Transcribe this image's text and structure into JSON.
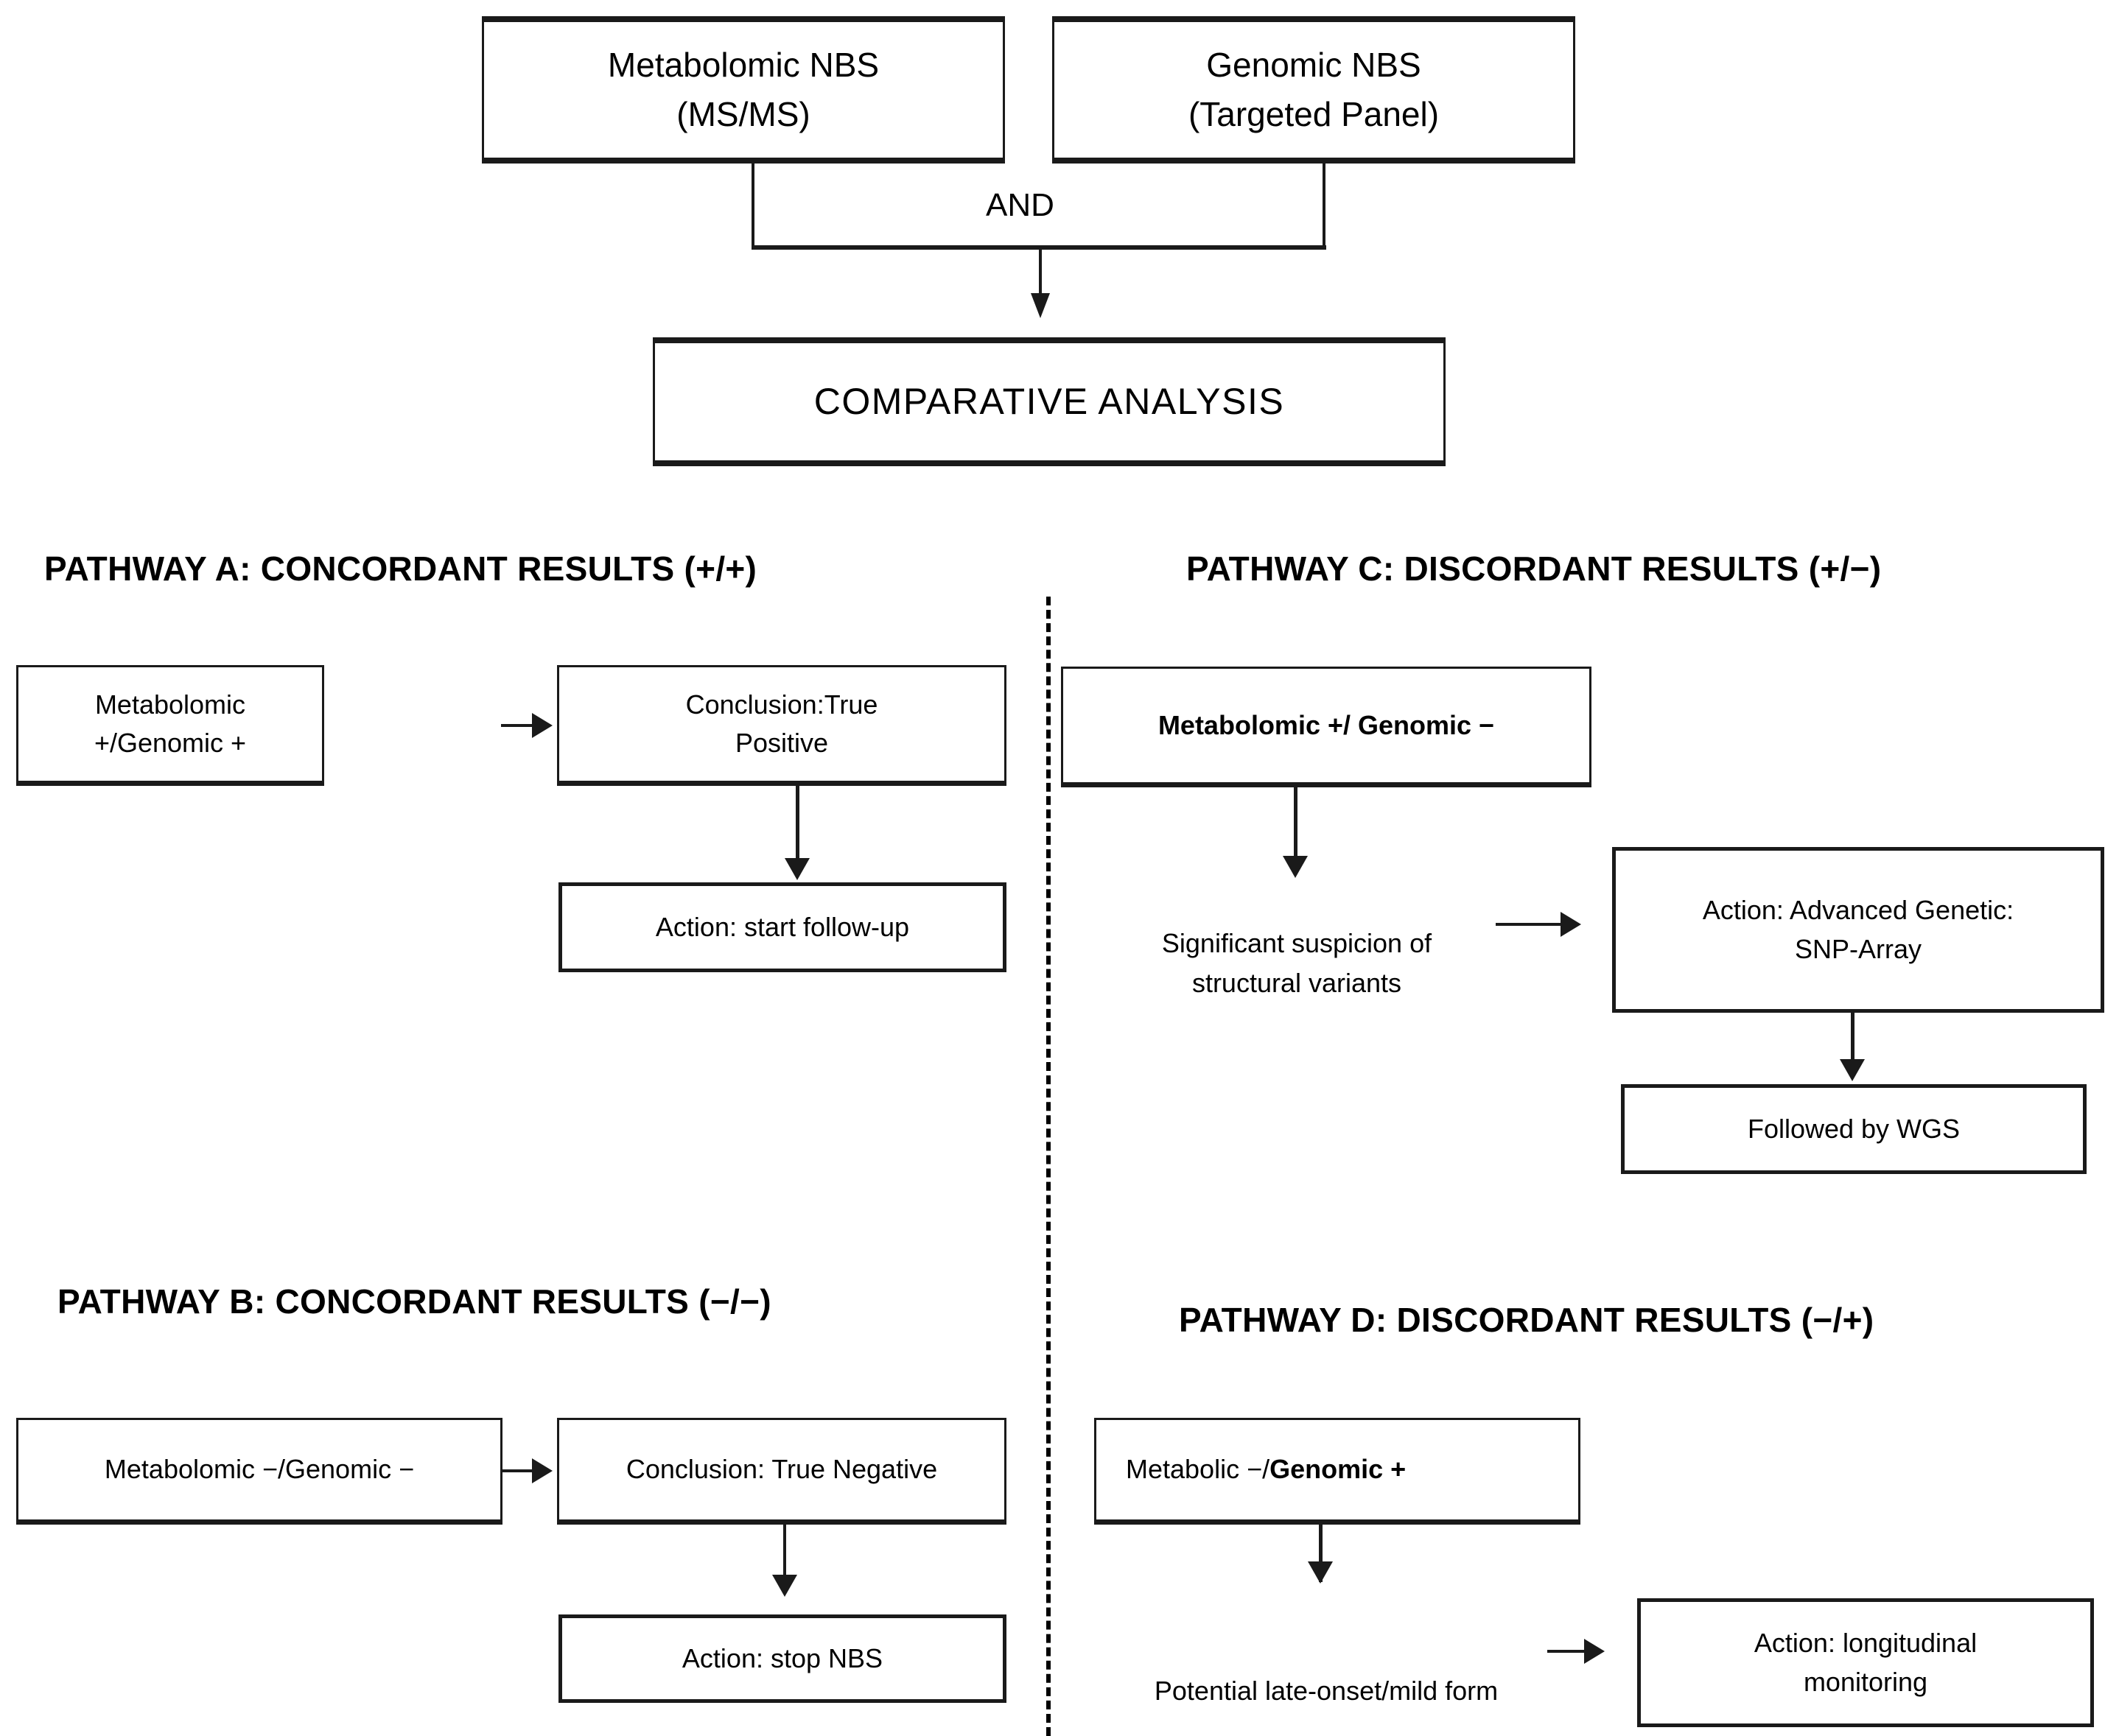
{
  "diagram": {
    "title_boxes": {
      "metabolomic_nbs": "Metabolomic NBS\n(MS/MS)",
      "genomic_nbs": "Genomic NBS\n(Targeted Panel)",
      "and_label": "AND",
      "comparative_analysis": "COMPARATIVE ANALYSIS"
    },
    "pathways": {
      "a": {
        "heading": "PATHWAY A: CONCORDANT RESULTS (+/+)",
        "start_box": "Metabolomic\n+/Genomic +",
        "conclusion_box": "Conclusion:True\nPositive",
        "action_box": "Action: start follow-up"
      },
      "b": {
        "heading": "PATHWAY B: CONCORDANT RESULTS (−/−)",
        "start_box": "Metabolomic −/Genomic −",
        "conclusion_box": "Conclusion: True Negative",
        "action_box": "Action: stop NBS"
      },
      "c": {
        "heading": "PATHWAY C: DISCORDANT RESULTS (+/−)",
        "start_box": "Metabolomic +/ Genomic −",
        "suspicion_text": "Significant suspicion of\nstructural variants",
        "action_box": "Action: Advanced Genetic:\nSNP-Array",
        "followup_box": "Followed by WGS"
      },
      "d": {
        "heading": "PATHWAY D: DISCORDANT RESULTS (−/+)",
        "start_box_prefix": "Metabolic −/",
        "start_box_bold": "Genomic +",
        "potential_text": "Potential late-onset/mild form",
        "action_box": "Action: longitudinal\nmonitoring"
      }
    },
    "colors": {
      "stroke": "#1a1a1a",
      "text": "#000000",
      "background": "#ffffff"
    }
  }
}
